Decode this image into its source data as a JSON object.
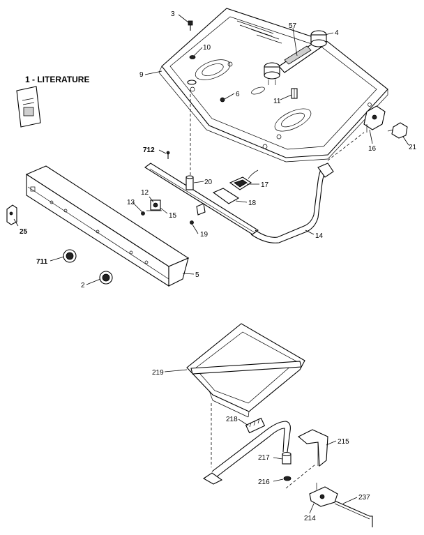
{
  "diagram": {
    "literature_label": "1 - LITERATURE",
    "callouts": {
      "c3": "3",
      "c57": "57",
      "c4": "4",
      "c10": "10",
      "c9": "9",
      "c6": "6",
      "c11": "11",
      "c16": "16",
      "c21": "21",
      "c712": "712",
      "c20": "20",
      "c17": "17",
      "c12": "12",
      "c13": "13",
      "c15": "15",
      "c18": "18",
      "c19": "19",
      "c14": "14",
      "c25": "25",
      "c711": "711",
      "c2": "2",
      "c5": "5",
      "c219": "219",
      "c218": "218",
      "c215": "215",
      "c217": "217",
      "c216": "216",
      "c237": "237",
      "c214": "214"
    }
  }
}
